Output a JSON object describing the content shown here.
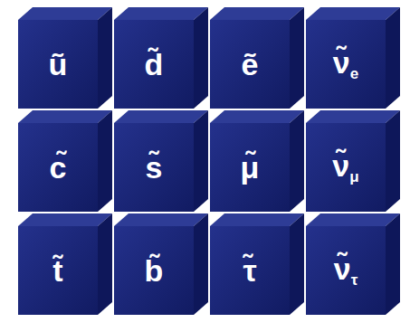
{
  "diagram": {
    "nodes": [
      {
        "text": [
          "ũ"
        ]
      },
      {
        "text": [
          "d̃"
        ]
      },
      {
        "text": [
          "ẽ"
        ]
      },
      {
        "text": [
          "ν̃e"
        ]
      },
      {
        "text": [
          "c̃"
        ]
      },
      {
        "text": [
          "s̃"
        ]
      },
      {
        "text": [
          "μ̃"
        ]
      },
      {
        "text": [
          "ν̃μ"
        ]
      },
      {
        "text": [
          "t̃"
        ]
      },
      {
        "text": [
          "b̃"
        ]
      },
      {
        "text": [
          "τ̃"
        ]
      },
      {
        "text": [
          "ν̃τ"
        ]
      }
    ]
  }
}
